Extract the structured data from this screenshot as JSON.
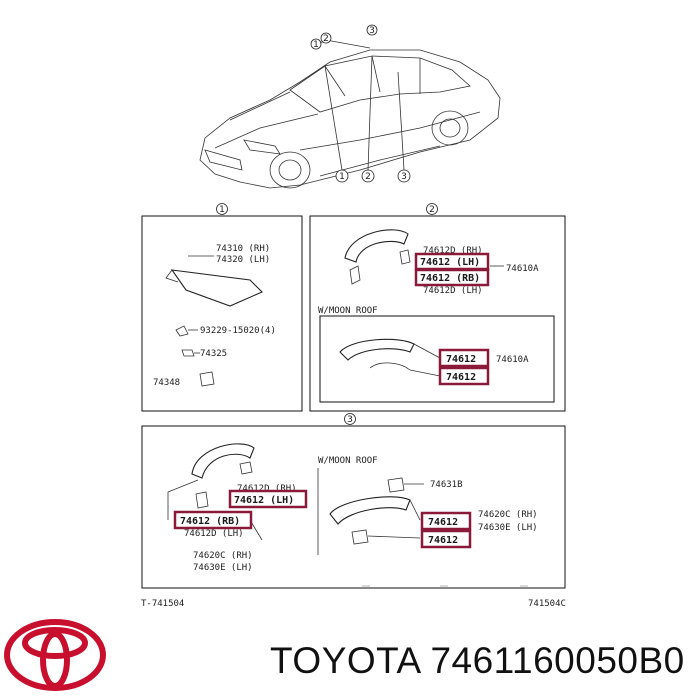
{
  "car": {
    "callouts": [
      "1",
      "2",
      "3"
    ]
  },
  "panel_1": {
    "ref": "1",
    "labels": [
      "74310 (RH)",
      "74320 (LH)",
      "93229-15020(4)",
      "74325",
      "74348"
    ]
  },
  "panel_2": {
    "ref": "2",
    "labels_top": [
      "74612D (RH)",
      "74612 (LH)",
      "74612 (RB)",
      "74612D (LH)",
      "74610A"
    ],
    "sub_title": "W/MOON ROOF",
    "labels_sub": [
      "74612",
      "74612",
      "74610A"
    ]
  },
  "panel_3": {
    "ref": "3",
    "labels_left": [
      "74612D (RH)",
      "74612 (LH)",
      "74612 (RB)",
      "74612D (LH)",
      "74620C (RH)",
      "74630E (LH)"
    ],
    "sub_title": "W/MOON ROOF",
    "labels_sub": [
      "74631B",
      "74620C (RH)",
      "74630E (LH)",
      "74612",
      "74612"
    ]
  },
  "codes": {
    "left": "T-741504",
    "right": "741504C"
  },
  "brand": {
    "name": "TOYOTA",
    "part_number": "7461160050B0",
    "caption": "TOYOTA 7461160050B0"
  },
  "colors": {
    "highlight": "#8b1a3a",
    "logo": "#c8102e",
    "line": "#111111"
  }
}
